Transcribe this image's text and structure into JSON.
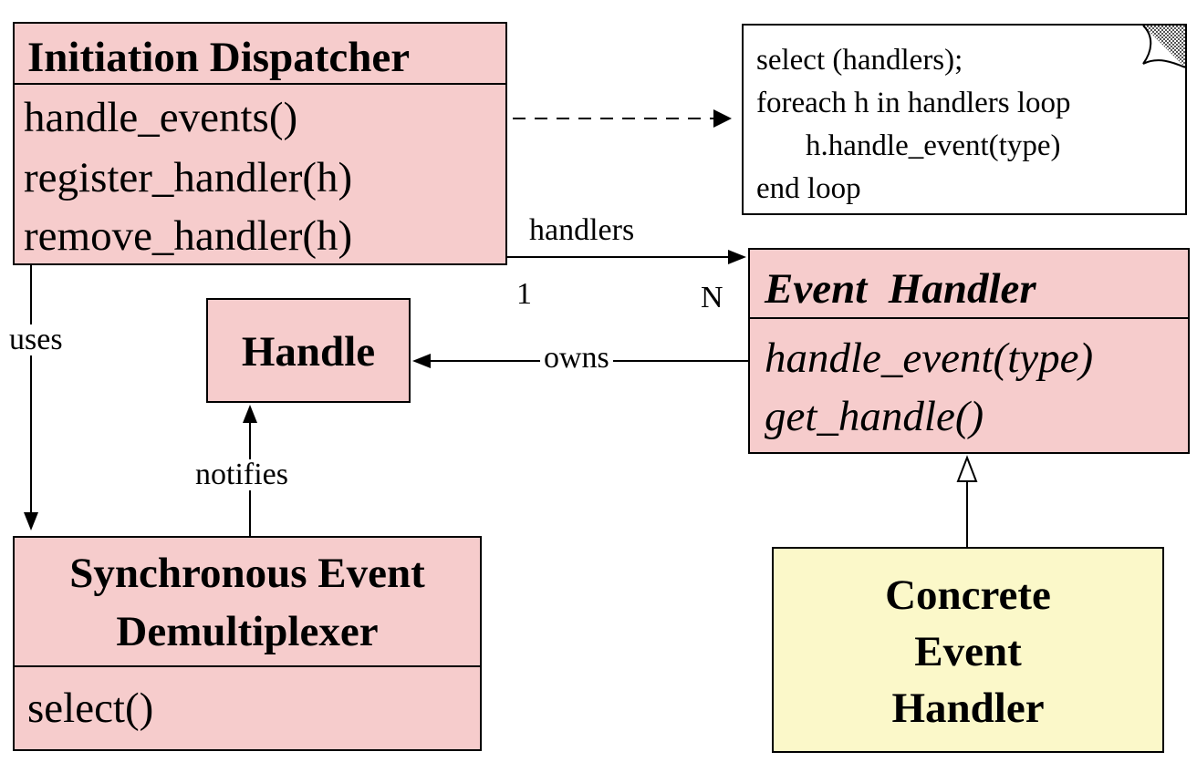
{
  "initiation_dispatcher": {
    "title": "Initiation Dispatcher",
    "operations": [
      "handle_events()",
      "register_handler(h)",
      "remove_handler(h)"
    ]
  },
  "note": {
    "lines": [
      "select (handlers);",
      "foreach h in handlers loop",
      "h.handle_event(type)",
      "end loop"
    ]
  },
  "handle": {
    "title": "Handle"
  },
  "event_handler": {
    "title": "Event  Handler",
    "operations": [
      "handle_event(type)",
      "get_handle()"
    ]
  },
  "demultiplexer": {
    "title_line1": "Synchronous Event",
    "title_line2": "Demultiplexer",
    "operations": [
      "select()"
    ]
  },
  "concrete_handler": {
    "title_line1": "Concrete",
    "title_line2": "Event",
    "title_line3": "Handler"
  },
  "relations": {
    "handlers_label": "handlers",
    "mult_one": "1",
    "mult_many": "N",
    "uses_label": "uses",
    "owns_label": "owns",
    "notifies_label": "notifies"
  },
  "colors": {
    "class_fill": "#f6cccc",
    "concrete_fill": "#fbf8c9",
    "line": "#000000"
  }
}
